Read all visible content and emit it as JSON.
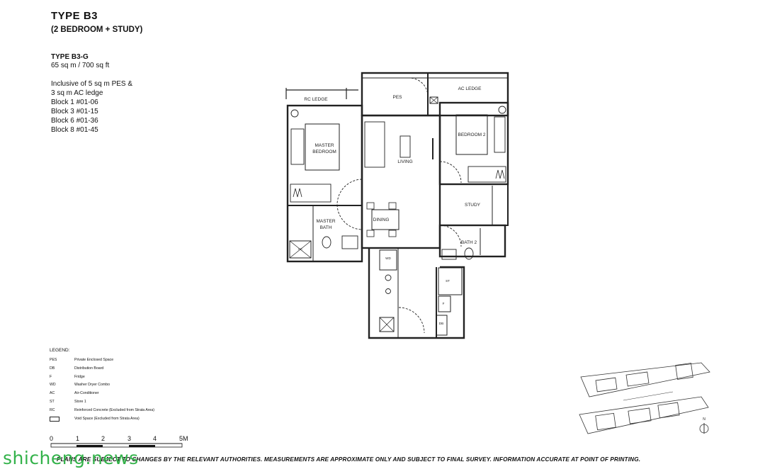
{
  "header": {
    "title": "TYPE  B3",
    "subtitle": "(2 BEDROOM + STUDY)"
  },
  "unit": {
    "type": "TYPE B3-G",
    "area": "65 sq m / 700 sq ft",
    "notes": [
      "Inclusive of 5 sq m PES &",
      "3 sq m AC ledge",
      "Block 1  #01-06",
      "Block 3  #01-15",
      "Block 6  #01-36",
      "Block 8  #01-45"
    ]
  },
  "rooms": {
    "rc_ledge": "RC LEDGE",
    "pes": "PES",
    "ac_ledge": "AC LEDGE",
    "master_bedroom_1": "MASTER",
    "master_bedroom_2": "BEDROOM",
    "living": "LIVING",
    "bedroom2": "BEDROOM 2",
    "study": "STUDY",
    "master_bath_1": "MASTER",
    "master_bath_2": "BATH",
    "dining": "DINING",
    "bath2": "BATH 2",
    "wd": "WD",
    "st": "ST",
    "fridge": "F",
    "db": "DB",
    "ac": "AC"
  },
  "legend": {
    "title": "LEGEND:",
    "items": [
      {
        "abbr": "PES",
        "desc": "Private Enclosed Space"
      },
      {
        "abbr": "DB",
        "desc": "Distribution Board"
      },
      {
        "abbr": "F",
        "desc": "Fridge"
      },
      {
        "abbr": "WD",
        "desc": "Washer Dryer Combo"
      },
      {
        "abbr": "AC",
        "desc": "Air-Conditioner"
      },
      {
        "abbr": "ST",
        "desc": "Store 1"
      },
      {
        "abbr": "RC",
        "desc": "Reinforced Concrete (Excluded from Strata Area)"
      },
      {
        "abbr": "",
        "desc": "Void Space (Excluded from Strata Area)"
      }
    ]
  },
  "scale": {
    "labels": [
      "0",
      "1",
      "2",
      "3",
      "4",
      "5M"
    ]
  },
  "footer": {
    "text": "PLANS ARE SUBJECT TO CHANGES BY THE RELEVANT AUTHORITIES. MEASUREMENTS ARE APPROXIMATE ONLY AND SUBJECT TO FINAL SURVEY. INFORMATION ACCURATE AT POINT OF PRINTING."
  },
  "watermark": {
    "text": "shicheng.news"
  },
  "site_plan": {
    "label": "N"
  }
}
